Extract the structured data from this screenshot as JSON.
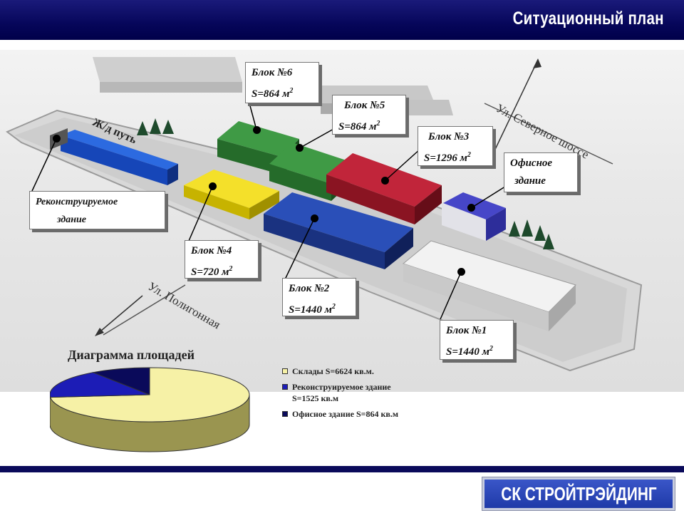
{
  "header": {
    "title": "Ситуационный план"
  },
  "map": {
    "rail_label": "Ж/д путь",
    "road_north": "Ул. Северное шоссе",
    "road_south": "Ул. Полигонная",
    "callouts": {
      "block6": {
        "line1": "Блок №6",
        "area": "S=864 м",
        "sup": "2"
      },
      "block5": {
        "line1": "Блок №5",
        "area": "S=864 м",
        "sup": "2"
      },
      "block3": {
        "line1": "Блок №3",
        "area": "S=1296 м",
        "sup": "2"
      },
      "office": {
        "line1": "Офисное",
        "line2": "здание"
      },
      "rebuild": {
        "line1": "Реконструируемое",
        "line2": "здание"
      },
      "block4": {
        "line1": "Блок №4",
        "area": "S=720 м",
        "sup": "2"
      },
      "block2": {
        "line1": "Блок №2",
        "area": "S=1440 м",
        "sup": "2"
      },
      "block1": {
        "line1": "Блок №1",
        "area": "S=1440 м",
        "sup": "2"
      }
    },
    "building_colors": {
      "green": "#2e7d32",
      "red": "#a01825",
      "blue": "#1f3f9c",
      "yellow": "#e8d300",
      "white": "#e6e6e6",
      "office": "#3838b0",
      "rebuild": "#1a4fd0"
    }
  },
  "chart_data": {
    "type": "pie",
    "title": "Диаграмма площадей",
    "legend_position": "right",
    "slices": [
      {
        "label": "Склады S=6624 кв.м.",
        "value": 6624,
        "color": "#f6f1a6"
      },
      {
        "label": "Реконструируемое здание S=1525 кв.м",
        "value": 1525,
        "color": "#1c1cb6"
      },
      {
        "label": "Офисное здание S=864 кв.м",
        "value": 864,
        "color": "#0a0a5a"
      }
    ]
  },
  "footer": {
    "brand": "СК СТРОЙТРЭЙДИНГ"
  }
}
